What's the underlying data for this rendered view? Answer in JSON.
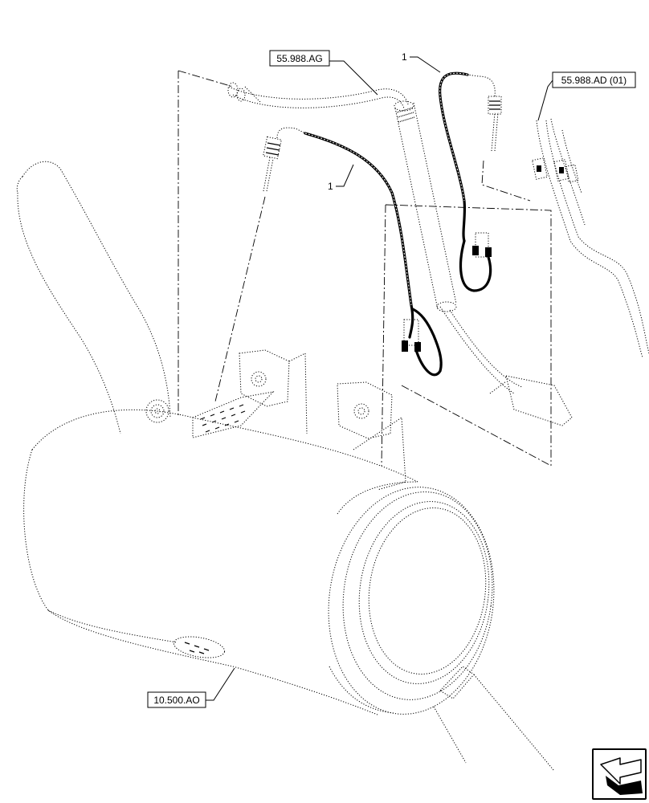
{
  "references": {
    "top_harness": "55.988.AG",
    "right_harness": "55.988.AD (01)",
    "muffler": "10.500.AO"
  },
  "callouts": {
    "sensor_left": "1",
    "sensor_right": "1"
  },
  "nav_icon": "previous-page-arrow-icon"
}
